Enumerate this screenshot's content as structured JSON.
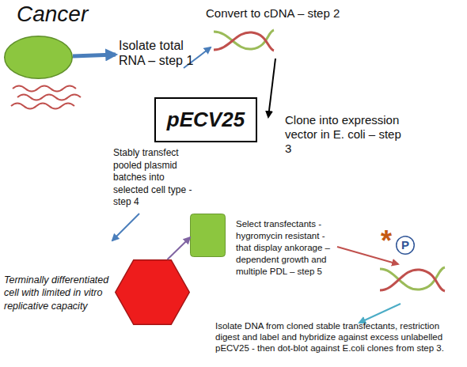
{
  "diagram": {
    "nodes": [
      {
        "text": [
          "Cancer"
        ]
      },
      {
        "text": [
          "pECV25"
        ]
      },
      {
        "text": [
          "Select transfectants - hygromycin resistant - that display ankorage – dependent growth and multiple PDL – step 5"
        ]
      },
      {
        "text": [
          "P"
        ]
      },
      {
        "text": [
          "Terminally differentiated cell with limited in vitro replicative capacity"
        ]
      }
    ],
    "edges": [
      {
        "from": 4,
        "to": 2,
        "arrow": "to"
      }
    ],
    "labels": [
      "Isolate total RNA – step 1",
      "Convert to cDNA – step 2",
      "Clone into expression vector in E. coli – step 3",
      "Stably transfect pooled plasmid batches into selected cell type - step 4",
      "*",
      "Isolate DNA from cloned stable transfectants, restriction digest and label and hybridize against excess unlabelled pECV25 - then dot-blot against E.coli clones from step 3."
    ]
  }
}
